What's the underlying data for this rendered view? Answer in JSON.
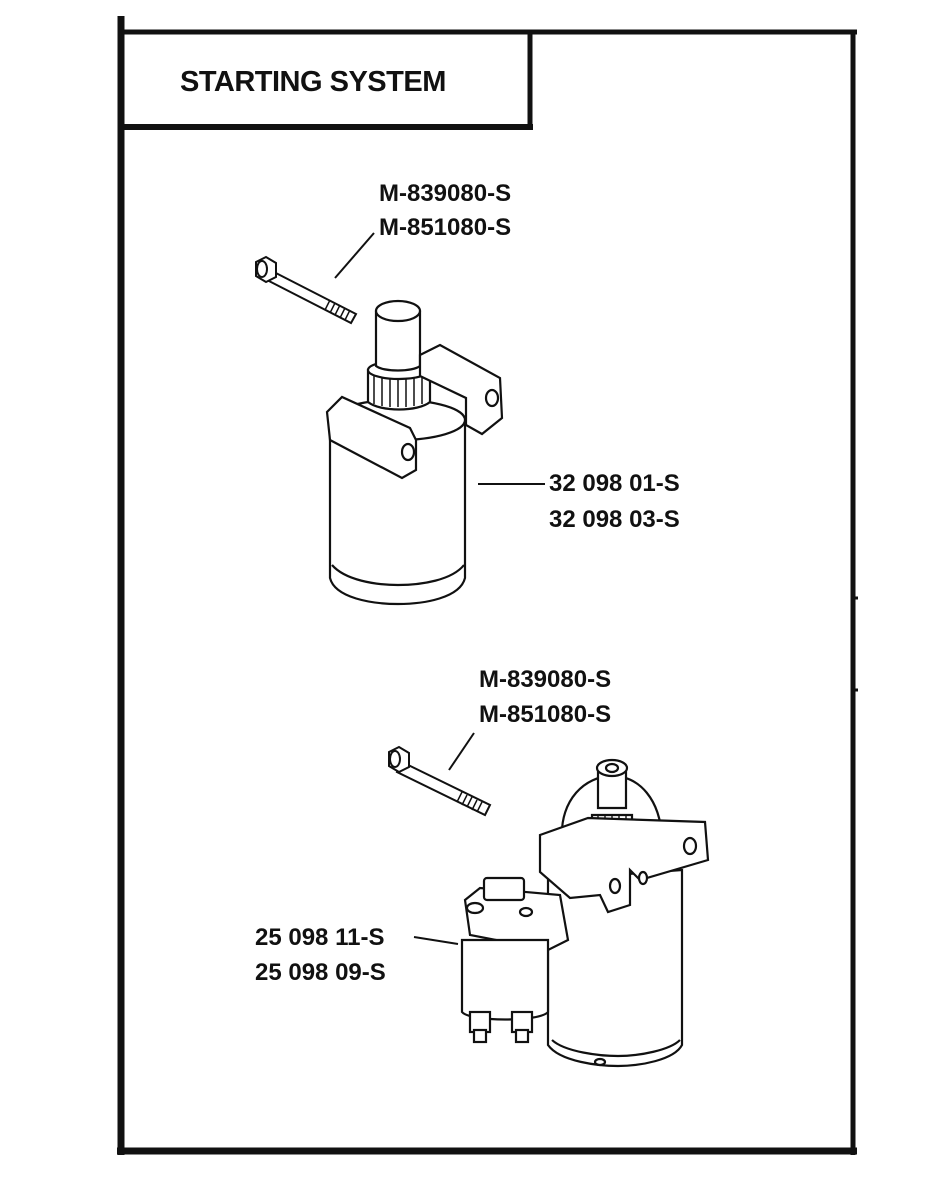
{
  "section": {
    "title": "STARTING SYSTEM"
  },
  "starter_upper": {
    "bolt_parts": [
      "M-839080-S",
      "M-851080-S"
    ],
    "starter_parts": [
      "32 098 01-S",
      "32 098 03-S"
    ]
  },
  "starter_lower": {
    "bolt_parts": [
      "M-839080-S",
      "M-851080-S"
    ],
    "starter_parts": [
      "25 098 11-S",
      "25 098 09-S"
    ]
  }
}
